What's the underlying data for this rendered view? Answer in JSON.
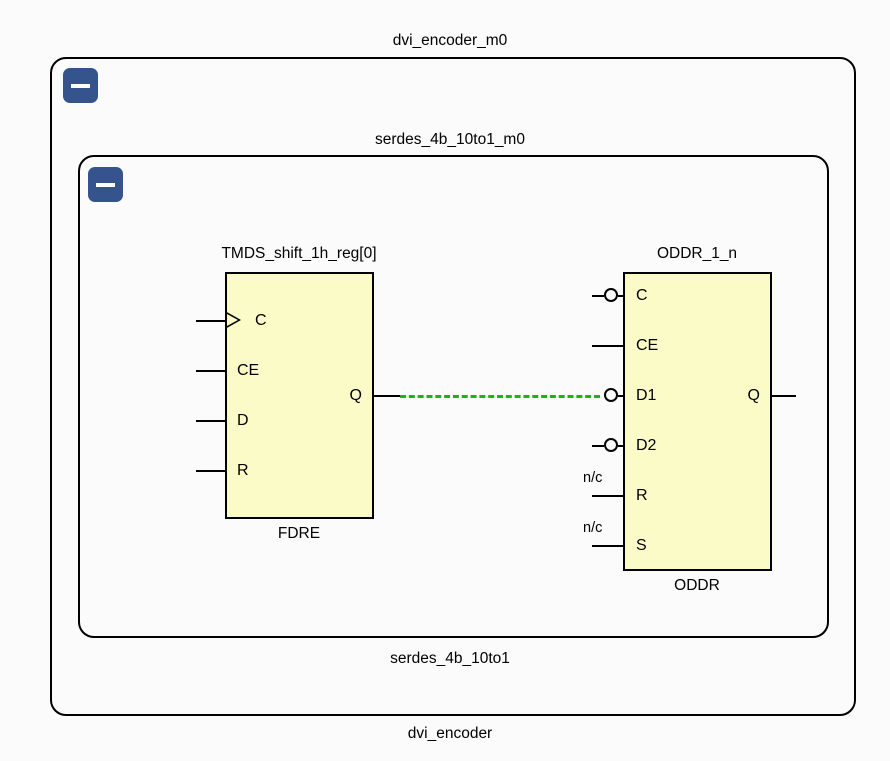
{
  "diagram": {
    "type": "rtl-schematic",
    "background_color": "#fbfbfb",
    "cell_fill_color": "#fbfbc8",
    "net_color": "#1eb40f",
    "collapse_button_color": "#35538c"
  },
  "hierarchy": {
    "outer": {
      "top_label": "dvi_encoder_m0",
      "bottom_label": "dvi_encoder",
      "collapse_icon": "minus-icon"
    },
    "inner": {
      "top_label": "serdes_4b_10to1_m0",
      "bottom_label": "serdes_4b_10to1",
      "collapse_icon": "minus-icon"
    }
  },
  "cells": [
    {
      "id": "fdre",
      "instance_name": "TMDS_shift_1h_reg[0]",
      "primitive_type": "FDRE",
      "inputs": [
        {
          "name": "C",
          "inverted": false,
          "clock": true,
          "nc": false
        },
        {
          "name": "CE",
          "inverted": false,
          "clock": false,
          "nc": false
        },
        {
          "name": "D",
          "inverted": false,
          "clock": false,
          "nc": false
        },
        {
          "name": "R",
          "inverted": false,
          "clock": false,
          "nc": false
        }
      ],
      "outputs": [
        {
          "name": "Q"
        }
      ]
    },
    {
      "id": "oddr",
      "instance_name": "ODDR_1_n",
      "primitive_type": "ODDR",
      "inputs": [
        {
          "name": "C",
          "inverted": true,
          "clock": false,
          "nc": false
        },
        {
          "name": "CE",
          "inverted": false,
          "clock": false,
          "nc": false
        },
        {
          "name": "D1",
          "inverted": true,
          "clock": false,
          "nc": false
        },
        {
          "name": "D2",
          "inverted": true,
          "clock": false,
          "nc": false
        },
        {
          "name": "R",
          "inverted": false,
          "clock": false,
          "nc": true,
          "nc_label": "n/c"
        },
        {
          "name": "S",
          "inverted": false,
          "clock": false,
          "nc": true,
          "nc_label": "n/c"
        }
      ],
      "outputs": [
        {
          "name": "Q"
        }
      ]
    }
  ],
  "nets": [
    {
      "from": "fdre.Q",
      "to": "oddr.D1",
      "style": "dashed",
      "color": "#1eb40f"
    }
  ]
}
